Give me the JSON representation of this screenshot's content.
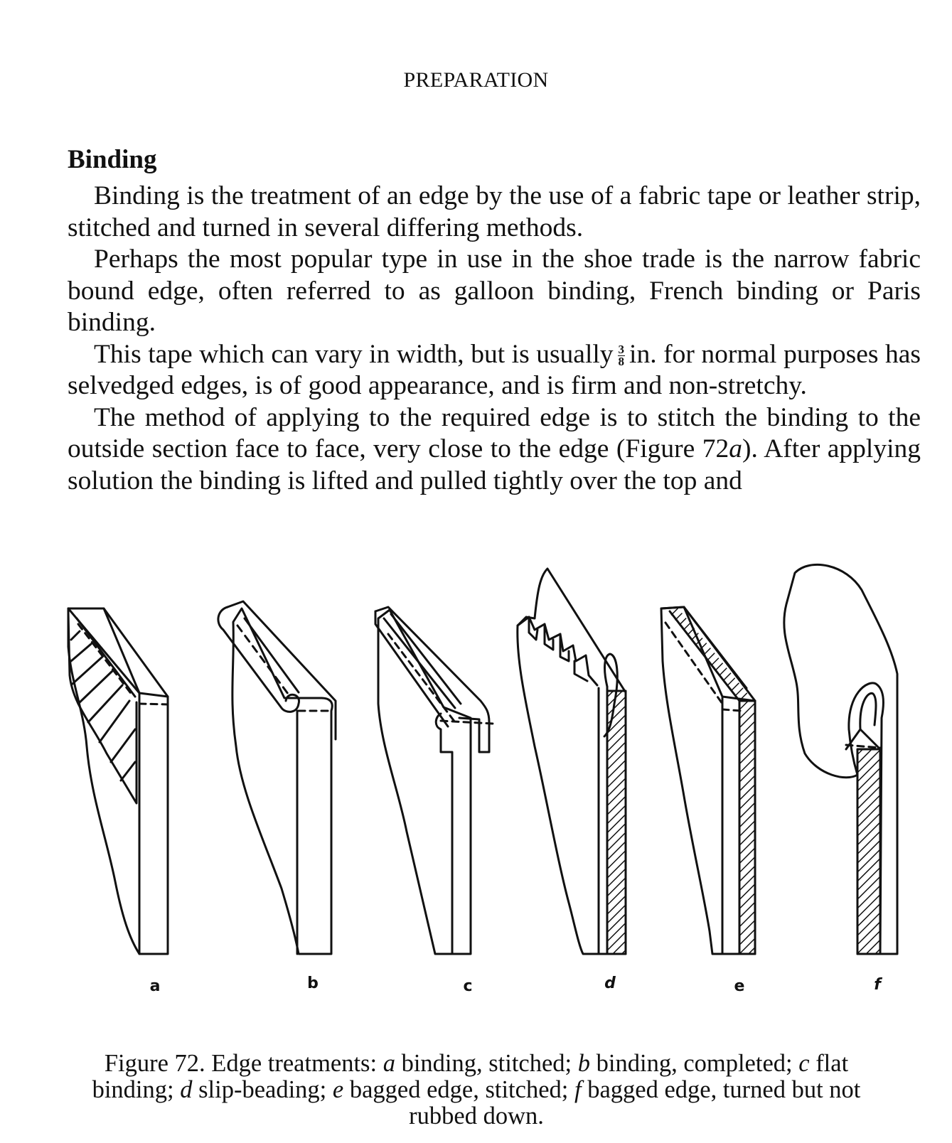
{
  "header": {
    "running_head": "PREPARATION"
  },
  "section": {
    "heading": "Binding"
  },
  "paragraphs": {
    "p1": "Binding is the treatment of an edge by the use of a fabric tape or leather strip, stitched and turned in several differing methods.",
    "p2": "Perhaps the most popular type in use in the shoe trade is the narrow fabric bound edge, often referred to as galloon binding, French binding or Paris binding.",
    "p3_before": "This tape which can vary in width, but is usually",
    "p3_frac_num": "3",
    "p3_frac_den": "8",
    "p3_after": "in. for normal purposes has selvedged edges, is of good appearance, and is firm and non-stretchy.",
    "p4_before": "The method of applying to the required edge is to stitch the binding to the outside section face to face, very close to the edge (Figure 72",
    "p4_italic": "a",
    "p4_after": "). After applying solution the binding is lifted and pulled tightly over the top and"
  },
  "figure": {
    "panels": [
      {
        "label": "a"
      },
      {
        "label": "b"
      },
      {
        "label": "c"
      },
      {
        "label": "d"
      },
      {
        "label": "e"
      },
      {
        "label": "f"
      }
    ],
    "caption": {
      "prefix": "Figure 72. Edge treatments: ",
      "a_letter": "a",
      "a_text": " binding, stitched; ",
      "b_letter": "b",
      "b_text": " binding, completed; ",
      "c_letter": "c",
      "c_text": " flat binding; ",
      "d_letter": "d",
      "d_text": " slip-beading; ",
      "e_letter": "e",
      "e_text": " bagged edge, stitched; ",
      "f_letter": "f",
      "f_text": " bagged edge, turned but not rubbed down."
    }
  }
}
